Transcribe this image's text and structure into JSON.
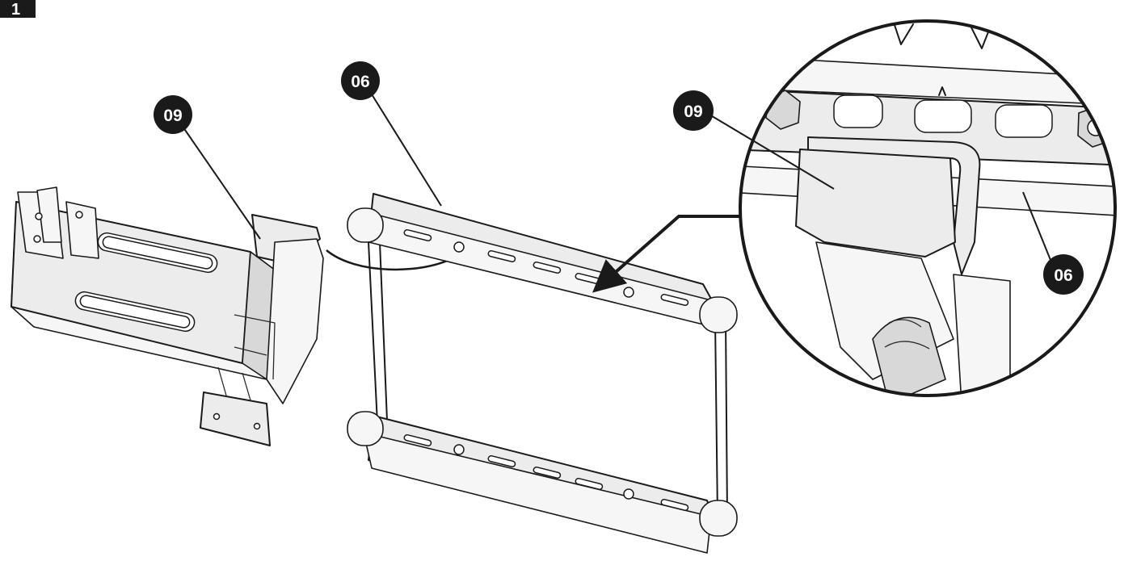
{
  "step": {
    "number": "1"
  },
  "callouts": {
    "arm_label": "09",
    "plate_label": "06",
    "detail_arm_label": "09",
    "detail_plate_label": "06"
  }
}
